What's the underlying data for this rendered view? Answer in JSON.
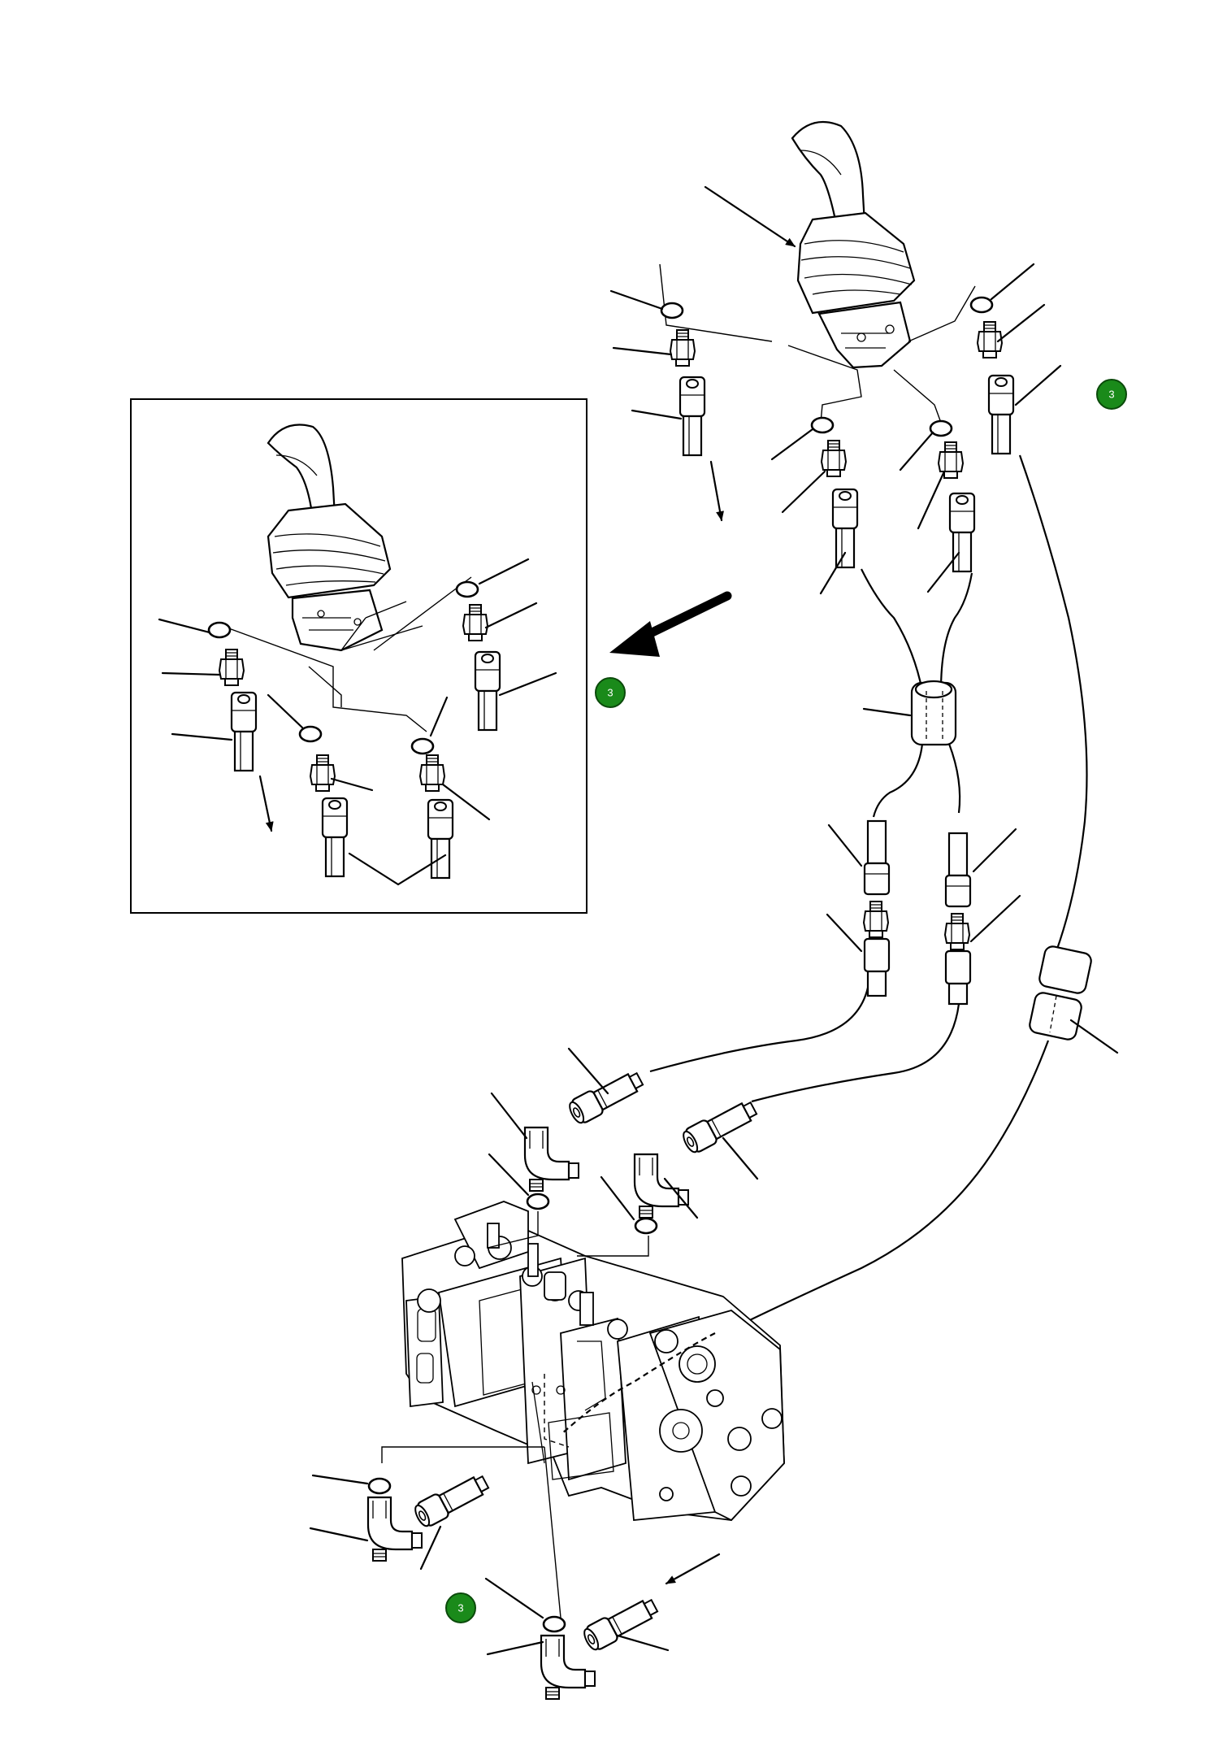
{
  "badges": [
    {
      "id": "badge-top-right",
      "text": "3"
    },
    {
      "id": "badge-inset",
      "text": "3"
    },
    {
      "id": "badge-bottom",
      "text": "3"
    }
  ]
}
